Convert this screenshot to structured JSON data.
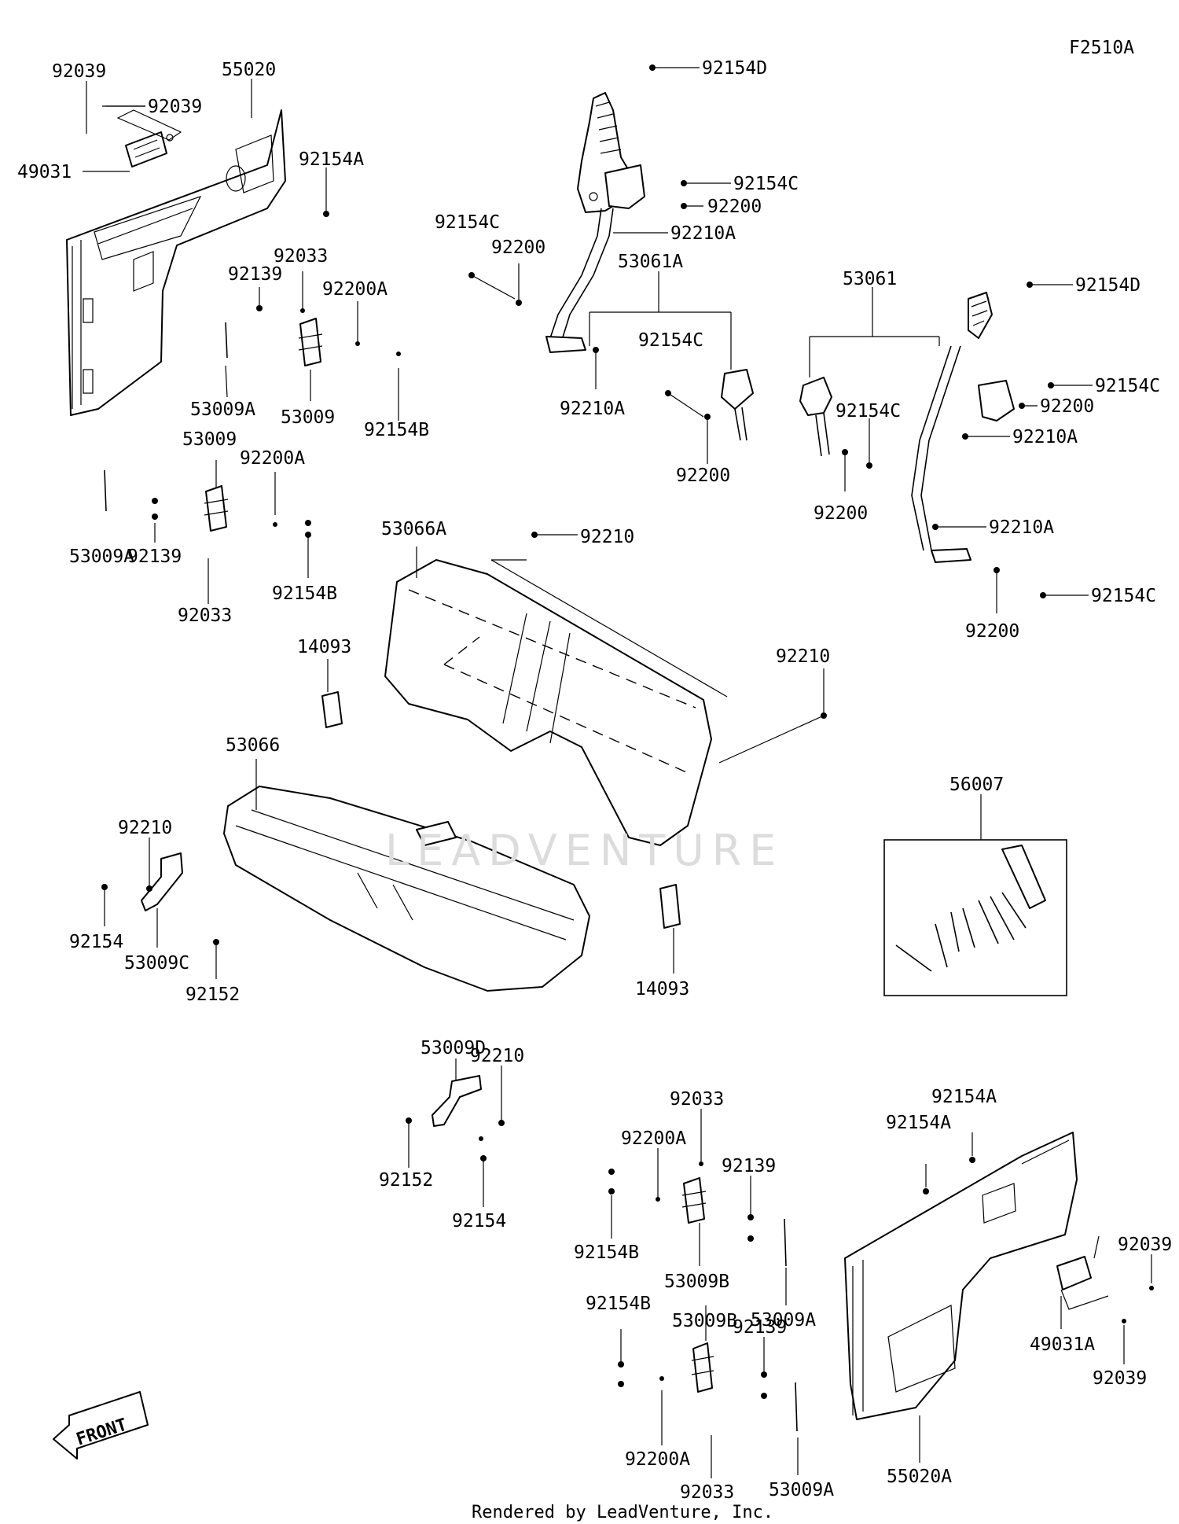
{
  "diagram_code": "F2510A",
  "footer": "Rendered by LeadVenture, Inc.",
  "watermark": "LEADVENTURE",
  "front_arrow": "FRONT",
  "labels": [
    "92154D",
    "92039",
    "92039",
    "55020",
    "49031",
    "92154A",
    "92154C",
    "92200",
    "92210A",
    "92154C",
    "92200",
    "53061A",
    "92139",
    "92033",
    "92200A",
    "92154C",
    "92210A",
    "92200",
    "53009A",
    "53009",
    "92154B",
    "53061",
    "92154D",
    "92154C",
    "92200",
    "92154C",
    "92210A",
    "92200",
    "92210A",
    "92154C",
    "92200",
    "53009",
    "92200A",
    "53009A",
    "92139",
    "92033",
    "92154B",
    "53066A",
    "92210",
    "14093",
    "92210",
    "53066",
    "56007",
    "92210",
    "92154",
    "53009C",
    "92152",
    "14093",
    "53009D",
    "92210",
    "92152",
    "92154",
    "92033",
    "92200A",
    "92139",
    "92154A",
    "92154A",
    "92154B",
    "53009B",
    "53009A",
    "92039",
    "49031A",
    "92039",
    "92154B",
    "53009B",
    "92139",
    "92200A",
    "92033",
    "53009A",
    "55020A"
  ]
}
